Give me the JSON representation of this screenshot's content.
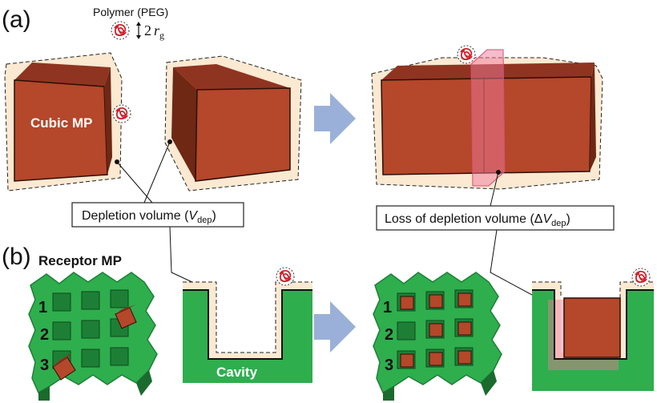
{
  "panel_a": {
    "letter": "(a)",
    "polymer_label": "Polymer (PEG)",
    "rg_factor": "2",
    "rg_symbol": "r",
    "rg_subscript": "g",
    "cube_label": "Cubic MP",
    "depletion_box": {
      "prefix": "Depletion volume (",
      "symbol": "V",
      "subscript": "dep",
      "suffix": ")"
    },
    "loss_box": {
      "prefix": "Loss of depletion volume (Δ",
      "symbol": "V",
      "subscript": "dep",
      "suffix": ")"
    }
  },
  "panel_b": {
    "letter": "(b)",
    "receptor_label": "Receptor MP",
    "cavity_label": "Cavity",
    "row_labels": [
      "1",
      "2",
      "3"
    ]
  },
  "colors": {
    "cube_front": "#b5472a",
    "cube_top": "#8f3420",
    "cube_side": "#6e2814",
    "depletion_halo": "#fbe9d2",
    "arrow": "#9ab0d8",
    "green": "#2fae4e",
    "green_dark": "#1d7f36",
    "overlap_pink": "#f07a9a",
    "polymer_red": "#d0202a"
  }
}
